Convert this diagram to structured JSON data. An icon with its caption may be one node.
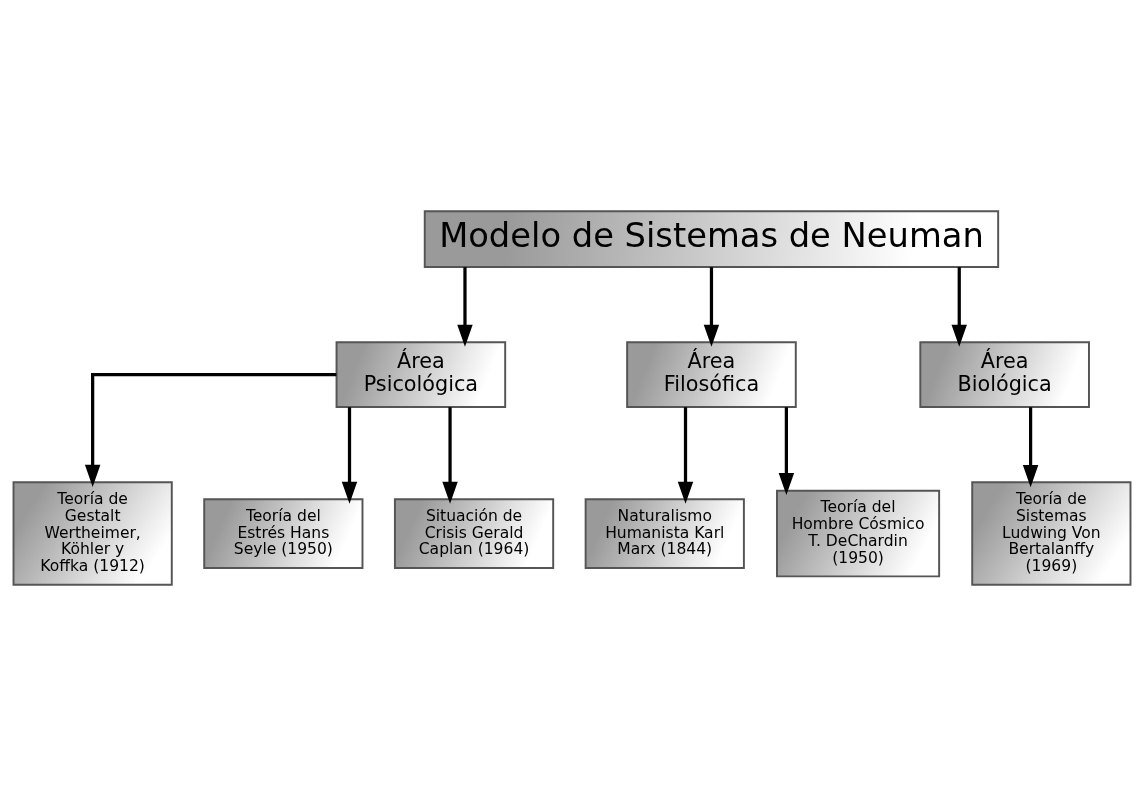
{
  "diagram": {
    "nodes": [
      {
        "text": [
          "Modelo de Sistemas de Neuman"
        ]
      },
      {
        "text": [
          "Área Psicológica"
        ]
      },
      {
        "text": [
          "Área Filosófica"
        ]
      },
      {
        "text": [
          "Área Biológica"
        ]
      },
      {
        "text": [
          "Teoría de Gestalt Wertheimer, Köhler y Koffka (1912)"
        ]
      },
      {
        "text": [
          "Teoría del Estrés Hans Seyle (1950)"
        ]
      },
      {
        "text": [
          "Situación de Crisis Gerald Caplan (1964)"
        ]
      },
      {
        "text": [
          "Naturalismo Humanista Karl Marx (1844)"
        ]
      },
      {
        "text": [
          "Teoría del Hombre Cósmico T. DeChardin (1950)"
        ]
      },
      {
        "text": [
          "Teoría de Sistemas Ludwing Von Bertalanffy (1969)"
        ]
      }
    ],
    "edges": [
      {
        "from": 0,
        "to": 1,
        "arrow": "to"
      },
      {
        "from": 0,
        "to": 2,
        "arrow": "to"
      },
      {
        "from": 0,
        "to": 3,
        "arrow": "to"
      },
      {
        "from": 1,
        "to": 4,
        "arrow": "to"
      },
      {
        "from": 1,
        "to": 5,
        "arrow": "to"
      },
      {
        "from": 1,
        "to": 6,
        "arrow": "to"
      },
      {
        "from": 2,
        "to": 7,
        "arrow": "to"
      },
      {
        "from": 2,
        "to": 8,
        "arrow": "to"
      },
      {
        "from": 3,
        "to": 9,
        "arrow": "to"
      }
    ]
  }
}
